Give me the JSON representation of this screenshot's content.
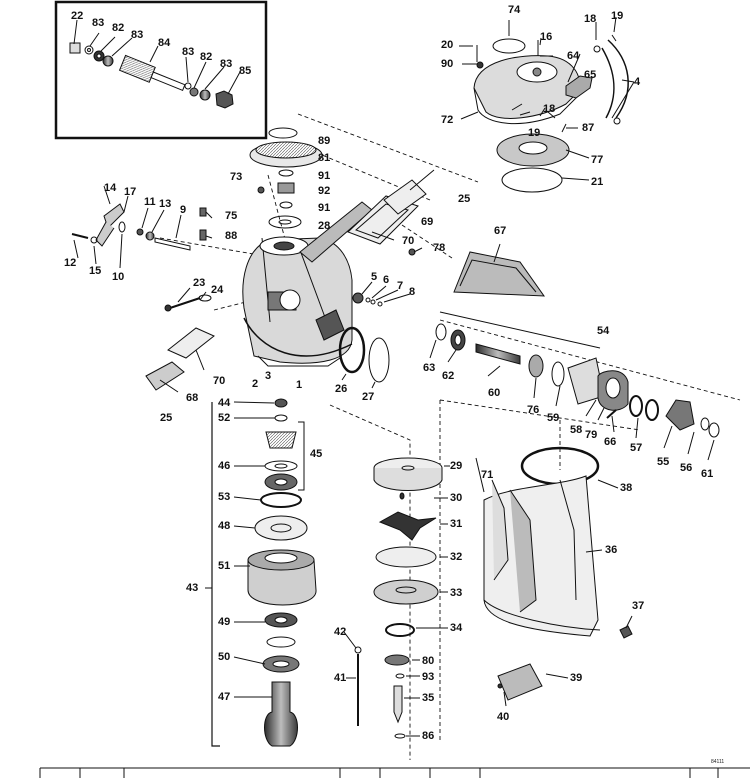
{
  "diagram": {
    "ref_code": "84111",
    "callouts": [
      {
        "id": "c22",
        "text": "22"
      },
      {
        "id": "c83a",
        "text": "83"
      },
      {
        "id": "c82a",
        "text": "82"
      },
      {
        "id": "c83b",
        "text": "83"
      },
      {
        "id": "c84",
        "text": "84"
      },
      {
        "id": "c83c",
        "text": "83"
      },
      {
        "id": "c82b",
        "text": "82"
      },
      {
        "id": "c83d",
        "text": "83"
      },
      {
        "id": "c85",
        "text": "85"
      },
      {
        "id": "c74",
        "text": "74"
      },
      {
        "id": "c18a",
        "text": "18"
      },
      {
        "id": "c19a",
        "text": "19"
      },
      {
        "id": "c20",
        "text": "20"
      },
      {
        "id": "c16",
        "text": "16"
      },
      {
        "id": "c90",
        "text": "90"
      },
      {
        "id": "c64",
        "text": "64"
      },
      {
        "id": "c65",
        "text": "65"
      },
      {
        "id": "c4",
        "text": "4"
      },
      {
        "id": "c72",
        "text": "72"
      },
      {
        "id": "c18b",
        "text": "18"
      },
      {
        "id": "c19b",
        "text": "19"
      },
      {
        "id": "c87",
        "text": "87"
      },
      {
        "id": "c77",
        "text": "77"
      },
      {
        "id": "c21",
        "text": "21"
      },
      {
        "id": "c89",
        "text": "89"
      },
      {
        "id": "c81",
        "text": "81"
      },
      {
        "id": "c73",
        "text": "73"
      },
      {
        "id": "c91a",
        "text": "91"
      },
      {
        "id": "c92",
        "text": "92"
      },
      {
        "id": "c91b",
        "text": "91"
      },
      {
        "id": "c25a",
        "text": "25"
      },
      {
        "id": "c14",
        "text": "14"
      },
      {
        "id": "c17",
        "text": "17"
      },
      {
        "id": "c11",
        "text": "11"
      },
      {
        "id": "c13",
        "text": "13"
      },
      {
        "id": "c9",
        "text": "9"
      },
      {
        "id": "c75",
        "text": "75"
      },
      {
        "id": "c88",
        "text": "88"
      },
      {
        "id": "c28",
        "text": "28"
      },
      {
        "id": "c69",
        "text": "69"
      },
      {
        "id": "c12",
        "text": "12"
      },
      {
        "id": "c15",
        "text": "15"
      },
      {
        "id": "c10",
        "text": "10"
      },
      {
        "id": "c70a",
        "text": "70"
      },
      {
        "id": "c78",
        "text": "78"
      },
      {
        "id": "c67",
        "text": "67"
      },
      {
        "id": "c23",
        "text": "23"
      },
      {
        "id": "c24",
        "text": "24"
      },
      {
        "id": "c5",
        "text": "5"
      },
      {
        "id": "c6",
        "text": "6"
      },
      {
        "id": "c7",
        "text": "7"
      },
      {
        "id": "c8",
        "text": "8"
      },
      {
        "id": "c54",
        "text": "54"
      },
      {
        "id": "c63",
        "text": "63"
      },
      {
        "id": "c62",
        "text": "62"
      },
      {
        "id": "c70b",
        "text": "70"
      },
      {
        "id": "c3",
        "text": "3"
      },
      {
        "id": "c2",
        "text": "2"
      },
      {
        "id": "c1",
        "text": "1"
      },
      {
        "id": "c26",
        "text": "26"
      },
      {
        "id": "c27",
        "text": "27"
      },
      {
        "id": "c60",
        "text": "60"
      },
      {
        "id": "c68",
        "text": "68"
      },
      {
        "id": "c25b",
        "text": "25"
      },
      {
        "id": "c76",
        "text": "76"
      },
      {
        "id": "c59",
        "text": "59"
      },
      {
        "id": "c58",
        "text": "58"
      },
      {
        "id": "c79",
        "text": "79"
      },
      {
        "id": "c66",
        "text": "66"
      },
      {
        "id": "c57",
        "text": "57"
      },
      {
        "id": "c55",
        "text": "55"
      },
      {
        "id": "c56",
        "text": "56"
      },
      {
        "id": "c61",
        "text": "61"
      },
      {
        "id": "c44",
        "text": "44"
      },
      {
        "id": "c52",
        "text": "52"
      },
      {
        "id": "c45",
        "text": "45"
      },
      {
        "id": "c46",
        "text": "46"
      },
      {
        "id": "c29",
        "text": "29"
      },
      {
        "id": "c38",
        "text": "38"
      },
      {
        "id": "c71",
        "text": "71"
      },
      {
        "id": "c53",
        "text": "53"
      },
      {
        "id": "c30",
        "text": "30"
      },
      {
        "id": "c48",
        "text": "48"
      },
      {
        "id": "c31",
        "text": "31"
      },
      {
        "id": "c36",
        "text": "36"
      },
      {
        "id": "c51",
        "text": "51"
      },
      {
        "id": "c32",
        "text": "32"
      },
      {
        "id": "c43",
        "text": "43"
      },
      {
        "id": "c33",
        "text": "33"
      },
      {
        "id": "c37",
        "text": "37"
      },
      {
        "id": "c49",
        "text": "49"
      },
      {
        "id": "c34",
        "text": "34"
      },
      {
        "id": "c42",
        "text": "42"
      },
      {
        "id": "c50",
        "text": "50"
      },
      {
        "id": "c80",
        "text": "80"
      },
      {
        "id": "c39",
        "text": "39"
      },
      {
        "id": "c41",
        "text": "41"
      },
      {
        "id": "c93",
        "text": "93"
      },
      {
        "id": "c47",
        "text": "47"
      },
      {
        "id": "c35",
        "text": "35"
      },
      {
        "id": "c40",
        "text": "40"
      },
      {
        "id": "c86",
        "text": "86"
      }
    ]
  },
  "colors": {
    "ink": "#111111",
    "paper": "#ffffff",
    "shade": "#8a8a8a",
    "dark": "#3a3a3a"
  }
}
